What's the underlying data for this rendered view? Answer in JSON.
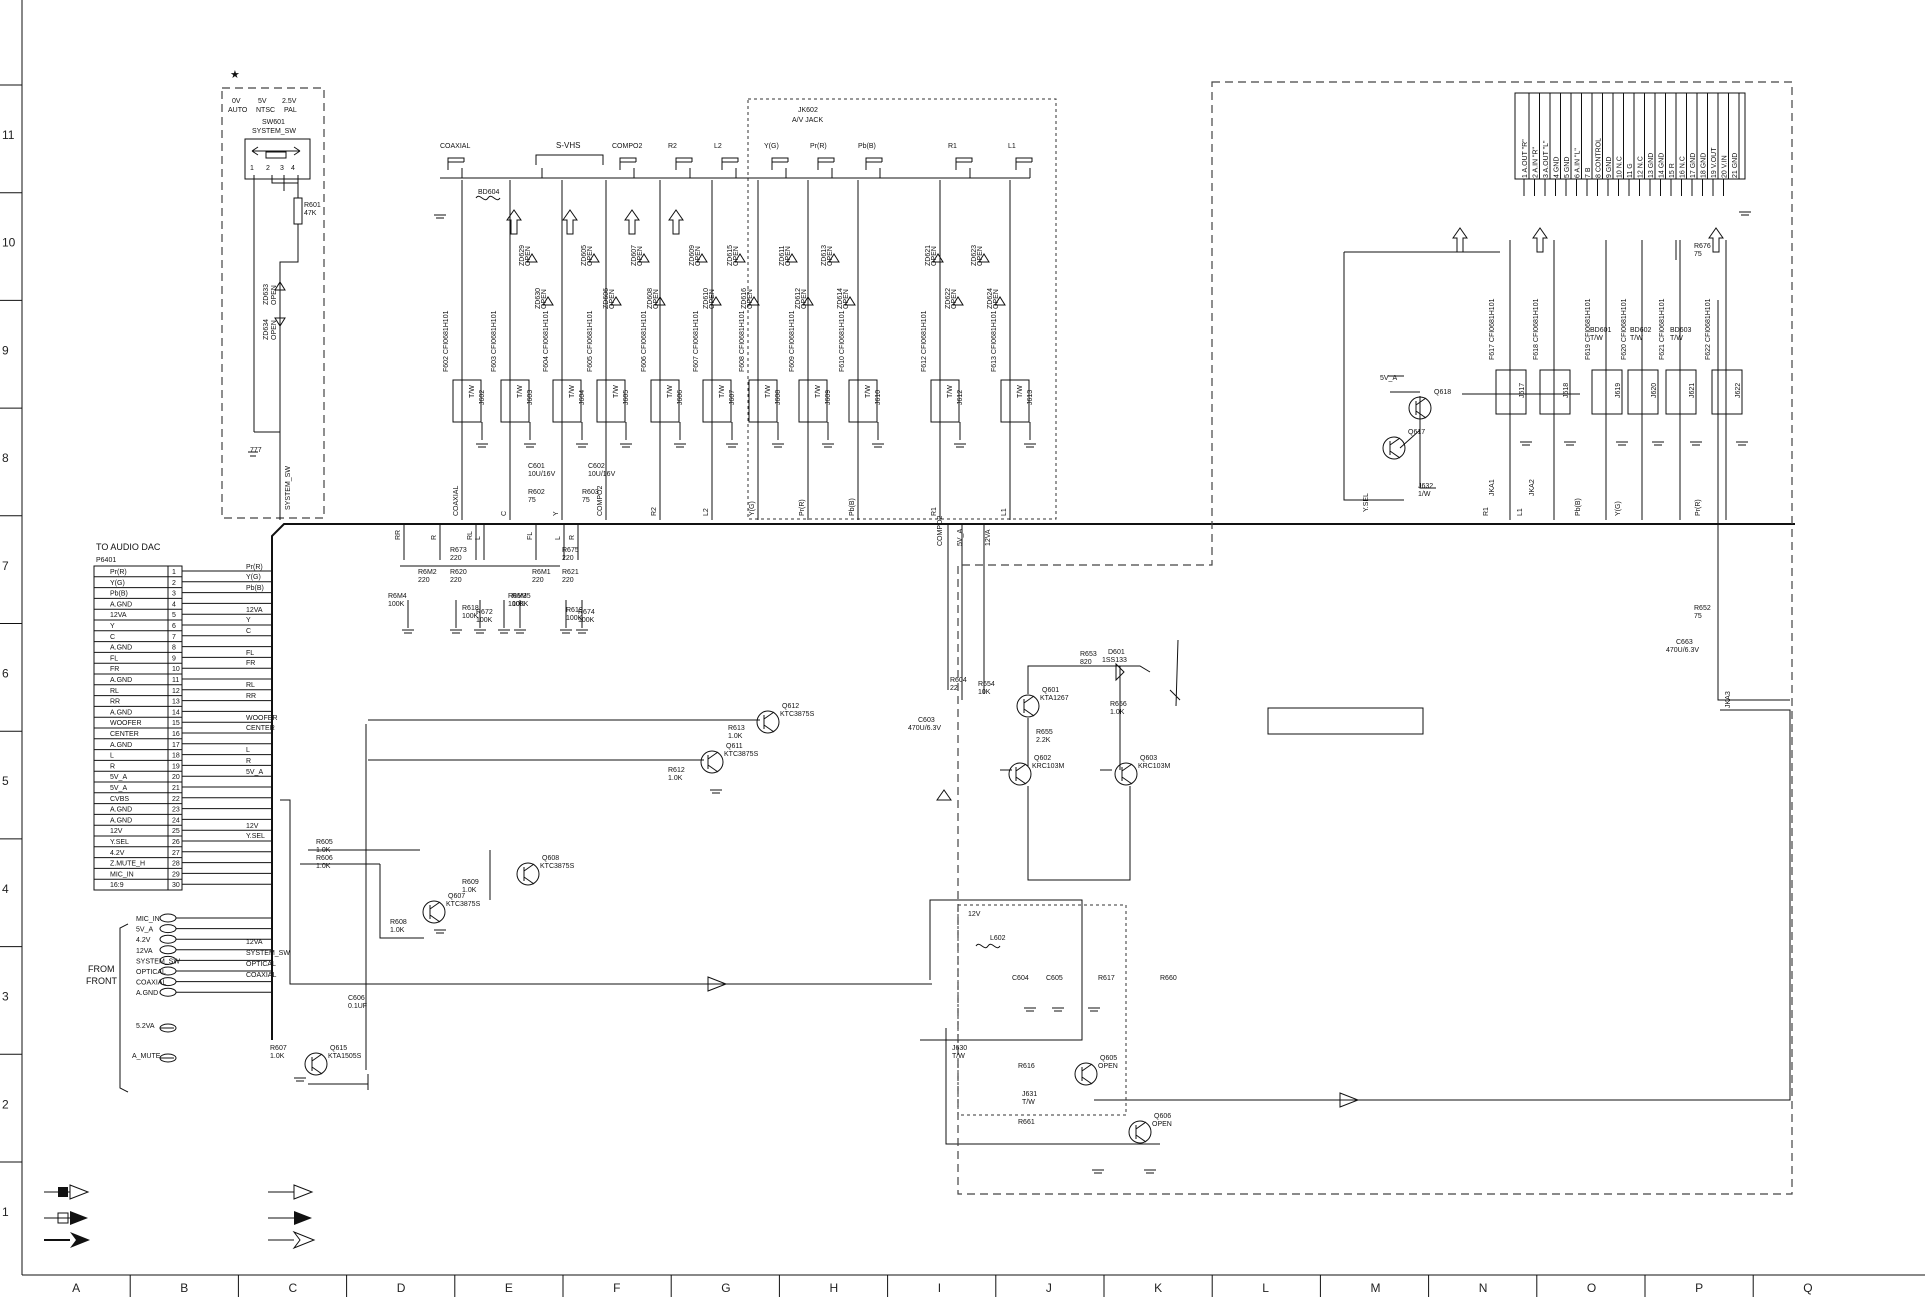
{
  "grid": {
    "columns": [
      "A",
      "B",
      "C",
      "D",
      "E",
      "F",
      "G",
      "H",
      "I",
      "J",
      "K",
      "L",
      "M",
      "N",
      "O",
      "P",
      "Q"
    ],
    "rows": [
      "11",
      "10",
      "9",
      "8",
      "7",
      "6",
      "5",
      "4",
      "3",
      "2",
      "1"
    ]
  },
  "system_sw": {
    "options": [
      "0V",
      "5V",
      "2.5V"
    ],
    "modes": [
      "AUTO",
      "NTSC",
      "PAL"
    ],
    "ref": "SW601",
    "name": "SYSTEM_SW",
    "r601": [
      "R601",
      "47K"
    ],
    "zd": [
      "ZD633",
      "OPEN",
      "ZD634",
      "OPEN"
    ],
    "net": "SYSTEM_SW"
  },
  "star": "★",
  "audio_dac": {
    "title": "TO AUDIO DAC",
    "ref": "P6401",
    "pins": [
      {
        "name": "Pr(R)",
        "num": "1"
      },
      {
        "name": "Y(G)",
        "num": "2"
      },
      {
        "name": "Pb(B)",
        "num": "3"
      },
      {
        "name": "A.GND",
        "num": "4"
      },
      {
        "name": "12VA",
        "num": "5"
      },
      {
        "name": "Y",
        "num": "6"
      },
      {
        "name": "C",
        "num": "7"
      },
      {
        "name": "A.GND",
        "num": "8"
      },
      {
        "name": "FL",
        "num": "9"
      },
      {
        "name": "FR",
        "num": "10"
      },
      {
        "name": "A.GND",
        "num": "11"
      },
      {
        "name": "RL",
        "num": "12"
      },
      {
        "name": "RR",
        "num": "13"
      },
      {
        "name": "A.GND",
        "num": "14"
      },
      {
        "name": "WOOFER",
        "num": "15"
      },
      {
        "name": "CENTER",
        "num": "16"
      },
      {
        "name": "A.GND",
        "num": "17"
      },
      {
        "name": "L",
        "num": "18"
      },
      {
        "name": "R",
        "num": "19"
      },
      {
        "name": "5V_A",
        "num": "20"
      },
      {
        "name": "5V_A",
        "num": "21"
      },
      {
        "name": "CVBS",
        "num": "22"
      },
      {
        "name": "A.GND",
        "num": "23"
      },
      {
        "name": "A.GND",
        "num": "24"
      },
      {
        "name": "12V",
        "num": "25"
      },
      {
        "name": "Y.SEL",
        "num": "26"
      },
      {
        "name": "4.2V",
        "num": "27"
      },
      {
        "name": "Z.MUTE_H",
        "num": "28"
      },
      {
        "name": "MIC_IN",
        "num": "29"
      },
      {
        "name": "16:9",
        "num": "30"
      }
    ],
    "bus_labels": [
      "Pr(R)",
      "Y(G)",
      "Pb(B)",
      "12VA",
      "Y",
      "C",
      "FL",
      "FR",
      "RL",
      "RR",
      "WOOFER",
      "CENTER",
      "L",
      "R",
      "5V_A",
      "12V",
      "Y.SEL"
    ]
  },
  "from_front": {
    "title": [
      "FROM",
      "FRONT"
    ],
    "pins": [
      "MIC_IN",
      "5V_A",
      "4.2V",
      "12VA",
      "SYSTEM_SW",
      "OPTICAL",
      "COAXIAL",
      "A.GND"
    ],
    "bus_labels": [
      "12VA",
      "SYSTEM_SW",
      "OPTICAL",
      "COAXIAL"
    ],
    "extra": [
      "5.2VA",
      "A_MUTE"
    ]
  },
  "jack_labels": [
    "COAXIAL",
    "S-VHS",
    "COMPO2",
    "R2",
    "L2",
    "Y(G)",
    "Pr(R)",
    "Pb(B)",
    "R1",
    "L1"
  ],
  "jk602": [
    "JK602",
    "A/V JACK"
  ],
  "bd604": "BD604",
  "zeners": [
    "ZD629",
    "ZD630",
    "ZD605",
    "ZD606",
    "ZD607",
    "ZD608",
    "ZD609",
    "ZD610",
    "ZD615",
    "ZD616",
    "ZD611",
    "ZD612",
    "ZD613",
    "ZD614",
    "ZD621",
    "ZD622",
    "ZD623",
    "ZD624"
  ],
  "zener_value": "OPEN",
  "filters": [
    "F602",
    "F603",
    "F604",
    "F605",
    "F606",
    "F607",
    "F608",
    "F609",
    "F610",
    "F612",
    "F613"
  ],
  "filter_part": "CFI0681H101",
  "jumpers": [
    "J602",
    "J603",
    "J604",
    "J605",
    "J606",
    "J607",
    "J608",
    "J609",
    "J610",
    "J612",
    "J613"
  ],
  "jumper_value": "T/W",
  "caps_input": [
    [
      "C601",
      "10U/16V"
    ],
    [
      "C602",
      "10U/16V"
    ]
  ],
  "res_input": [
    [
      "R602",
      "75"
    ],
    [
      "R603",
      "75"
    ]
  ],
  "bottom_nets": [
    "COAXIAL",
    "C",
    "Y",
    "COMPO2",
    "R2",
    "L2",
    "Y(G)",
    "Pr(R)",
    "Pb(B)",
    "R1",
    "L1"
  ],
  "mix_res": {
    "top_nets": [
      "RR",
      "R",
      "RL",
      "L",
      "FL",
      "L",
      "R"
    ],
    "parts": [
      [
        "R673",
        "220"
      ],
      [
        "R6M2",
        "220"
      ],
      [
        "R620",
        "220"
      ],
      [
        "R6M4",
        "100K"
      ],
      [
        "R618",
        "100K"
      ],
      [
        "R672",
        "100K"
      ],
      [
        "R6M3",
        "100K"
      ],
      [
        "R675",
        "220"
      ],
      [
        "R6M1",
        "220"
      ],
      [
        "R621",
        "220"
      ],
      [
        "R619",
        "100K"
      ],
      [
        "R674",
        "100K"
      ],
      [
        "R6M5",
        "100K"
      ]
    ]
  },
  "transistors": [
    {
      "ref": "Q612",
      "type": "KTC3875S"
    },
    {
      "ref": "Q611",
      "type": "KTC3875S"
    },
    {
      "ref": "Q608",
      "type": "KTC3875S"
    },
    {
      "ref": "Q607",
      "type": "KTC3875S"
    },
    {
      "ref": "Q615",
      "type": "KTA1505S"
    },
    {
      "ref": "Q601",
      "type": "KTA1267"
    },
    {
      "ref": "Q602",
      "type": "KRC103M"
    },
    {
      "ref": "Q603",
      "type": "KRC103M"
    },
    {
      "ref": "Q605",
      "type": "OPEN"
    },
    {
      "ref": "Q606",
      "type": "OPEN"
    },
    {
      "ref": "Q618",
      "type": ""
    },
    {
      "ref": "Q617",
      "type": ""
    }
  ],
  "resistors_mid": [
    [
      "R613",
      "1.0K"
    ],
    [
      "R612",
      "1.0K"
    ],
    [
      "R605",
      "1.0K"
    ],
    [
      "R606",
      "1.0K"
    ],
    [
      "R609",
      "1.0K"
    ],
    [
      "R608",
      "1.0K"
    ],
    [
      "R607",
      "1.0K"
    ],
    [
      "R653",
      "820"
    ],
    [
      "R654",
      "10K"
    ],
    [
      "R655",
      "2.2K"
    ],
    [
      "R656",
      "1.0K"
    ],
    [
      "R604",
      "22"
    ],
    [
      "R616",
      ""
    ],
    [
      "R617",
      ""
    ],
    [
      "R660",
      ""
    ],
    [
      "R661",
      ""
    ],
    [
      "R652",
      "75"
    ],
    [
      "R676",
      "75"
    ]
  ],
  "caps_mid": [
    [
      "C603",
      "470U/6.3V"
    ],
    [
      "C604",
      ""
    ],
    [
      "C605",
      ""
    ],
    [
      "C606",
      "0.1UF"
    ],
    [
      "C663",
      "470U/6.3V"
    ]
  ],
  "diode": [
    "D601",
    "1SS133"
  ],
  "inductor": "L602",
  "power_nets": [
    "COMPO2",
    "5V_A",
    "12VA",
    "12V",
    "5V_A"
  ],
  "jumpers_mid": [
    [
      "J630",
      "T/W"
    ],
    [
      "J631",
      "T/W"
    ],
    [
      "J632",
      "1/W"
    ]
  ],
  "scart": {
    "pins": [
      {
        "n": "1",
        "s": "A.OUT \"R\""
      },
      {
        "n": "2",
        "s": "A.IN \"R\""
      },
      {
        "n": "3",
        "s": "A.OUT \"L\""
      },
      {
        "n": "4",
        "s": "GND"
      },
      {
        "n": "5",
        "s": "GND"
      },
      {
        "n": "6",
        "s": "A.IN \"L\""
      },
      {
        "n": "7",
        "s": "B"
      },
      {
        "n": "8",
        "s": "CONTROL"
      },
      {
        "n": "9",
        "s": "GND"
      },
      {
        "n": "10",
        "s": "N.C"
      },
      {
        "n": "11",
        "s": "G"
      },
      {
        "n": "12",
        "s": "N.C"
      },
      {
        "n": "13",
        "s": "GND"
      },
      {
        "n": "14",
        "s": "GND"
      },
      {
        "n": "15",
        "s": "R"
      },
      {
        "n": "16",
        "s": "N.C"
      },
      {
        "n": "17",
        "s": "GND"
      },
      {
        "n": "18",
        "s": "GND"
      },
      {
        "n": "19",
        "s": "V.OUT"
      },
      {
        "n": "20",
        "s": "V.IN"
      },
      {
        "n": "21",
        "s": "GND"
      }
    ],
    "filters": [
      "F617",
      "F618",
      "F619",
      "F620",
      "F621",
      "F622"
    ],
    "jumpers": [
      "J617",
      "J618",
      "J619",
      "J620",
      "J621",
      "J622"
    ],
    "beads": [
      [
        "BD601",
        "T/W"
      ],
      [
        "BD602",
        "T/W"
      ],
      [
        "BD603",
        "T/W"
      ]
    ],
    "nets": [
      "R1",
      "L1",
      "Pb(B)",
      "Y(G)",
      "Pr(R)"
    ],
    "jka": [
      "JKA1",
      "JKA2",
      "JKA3"
    ],
    "yssel": "Y.SEL",
    "v5a": "5V_A"
  }
}
